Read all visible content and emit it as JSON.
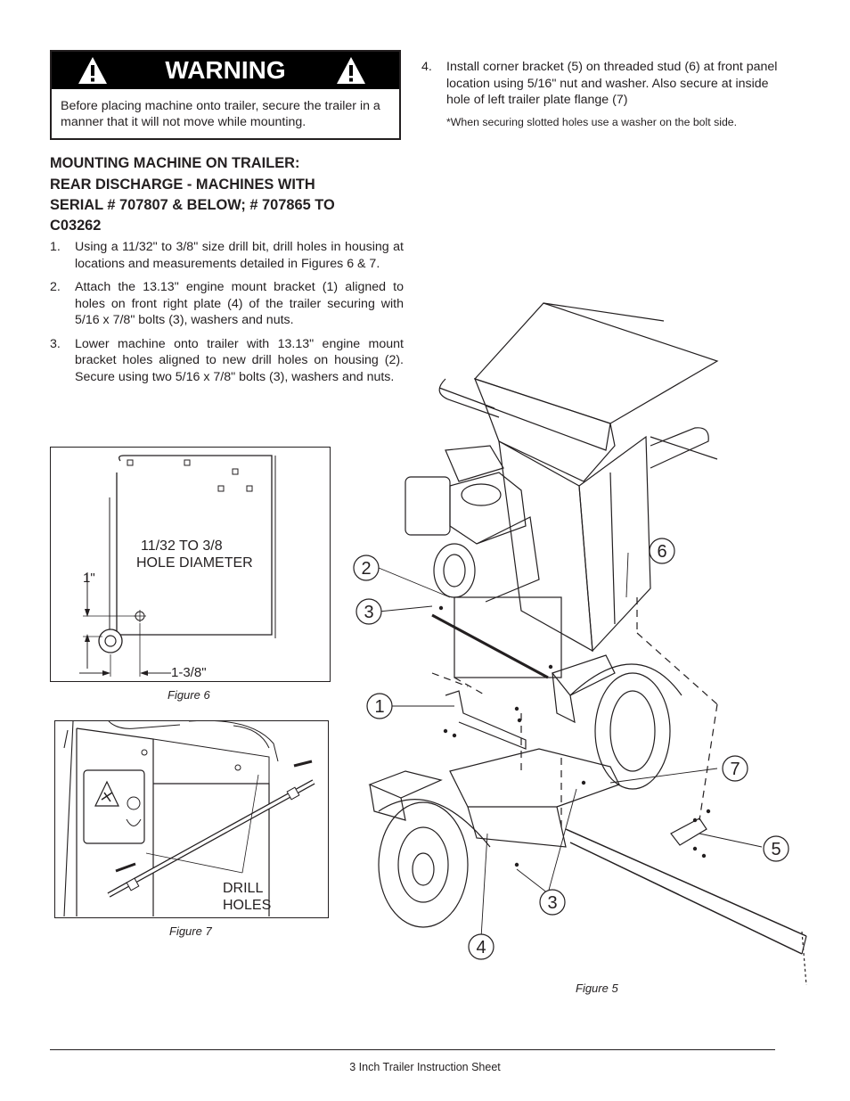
{
  "warning": {
    "title": "WARNING",
    "body": "Before placing machine onto trailer, secure the trailer in a manner that it will not move while mounting."
  },
  "section": {
    "heading1": "MOUNTING MACHINE ON TRAILER:",
    "heading2_line1": "REAR DISCHARGE - MACHINES WITH",
    "heading2_line2": "SERIAL # 707807 & BELOW; # 707865 TO",
    "heading2_line3": "C03262"
  },
  "steps": [
    {
      "num": "1.",
      "text": "Using a 11/32\" to 3/8\" size drill bit, drill holes in housing at locations and measurements detailed in Figures 6 & 7."
    },
    {
      "num": "2.",
      "text": "Attach the 13.13\" engine mount bracket (1) aligned to holes on front right plate (4) of the trailer securing with 5/16 x 7/8\" bolts (3), washers and nuts."
    },
    {
      "num": "3.",
      "text": "Lower machine onto trailer with 13.13\" engine mount bracket holes aligned to new drill holes on housing (2). Secure using two 5/16 x 7/8\" bolts (3), washers and nuts."
    },
    {
      "num": "4.",
      "text": "Install corner bracket (5) on threaded stud (6) at front panel location using 5/16\" nut and washer. Also secure at inside hole of left trailer plate flange (7)"
    }
  ],
  "note": "*When securing slotted holes use a washer on the bolt side.",
  "figure6": {
    "caption": "Figure 6",
    "hole_label_line1": "11/32 TO 3/8",
    "hole_label_line2": "HOLE DIAMETER",
    "dim_vertical": "1\"",
    "dim_horizontal": "1-3/8\""
  },
  "figure7": {
    "caption": "Figure 7",
    "label_line1": "DRILL",
    "label_line2": "HOLES"
  },
  "figure5": {
    "caption": "Figure 5",
    "callouts": [
      "1",
      "2",
      "3",
      "3",
      "4",
      "5",
      "6",
      "7"
    ]
  },
  "footer": "3 Inch Trailer Instruction Sheet"
}
